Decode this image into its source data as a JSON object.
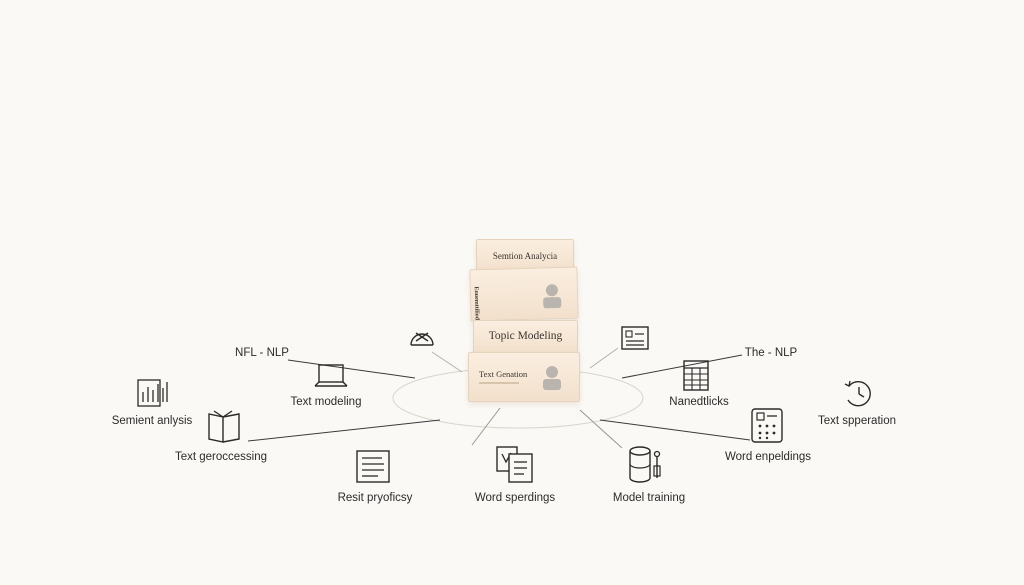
{
  "stack": {
    "box1": "Semtion Analycia",
    "box2": "Enuemttiliod",
    "box3": "Topic Modeling",
    "box4": "Text Genation"
  },
  "labels": {
    "nfl_nlp": "NFL - NLP",
    "text_modeling": "Text modeling",
    "sentiment": "Semient anlysis",
    "text_processing": "Text geroccessing",
    "resit": "Resit pryoficsy",
    "word_sperdings": "Word sperdings",
    "model_training": "Model training",
    "word_embeddings": "Word enpeldings",
    "nanedtlicks": "Nanedtlicks",
    "the_nlp": "The - NLP",
    "text_separation": "Text spperation"
  },
  "icons": {
    "gauge": "gauge-icon",
    "laptop": "laptop-icon",
    "bar_chart": "bar-chart-icon",
    "book": "book-icon",
    "document": "document-icon",
    "notes": "notes-icon",
    "cylinder": "database-icon",
    "calculator": "calculator-icon",
    "spreadsheet": "spreadsheet-icon",
    "list_doc": "list-document-icon",
    "clock": "clock-icon"
  },
  "colors": {
    "background": "#fbf9f5",
    "line": "#3a3a3a",
    "box": "#f5e6d6"
  }
}
